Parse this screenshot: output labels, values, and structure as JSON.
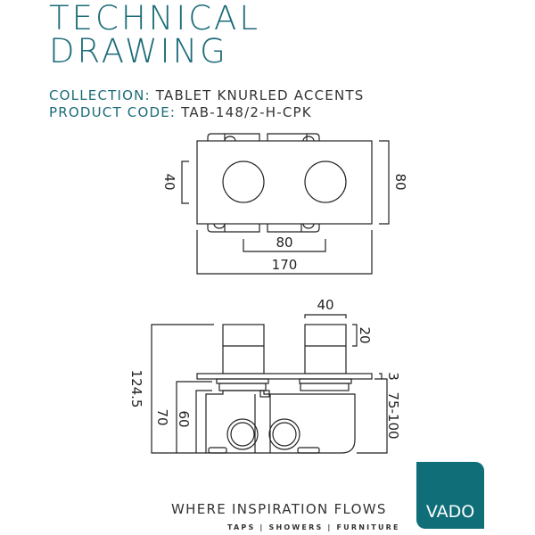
{
  "header": {
    "title_line1": "TECHNICAL",
    "title_line2": "DRAWING",
    "collection_label": "COLLECTION:",
    "collection_value": "TABLET KNURLED ACCENTS",
    "product_code_label": "PRODUCT CODE:",
    "product_code_value": "TAB-148/2-H-CPK"
  },
  "front_view": {
    "dim_handle_diameter": "40",
    "dim_height": "80",
    "dim_centres": "80",
    "dim_width": "170"
  },
  "side_view": {
    "dim_handle_width": "40",
    "dim_handle_depth": "20",
    "dim_total": "124.5",
    "dim_70": "70",
    "dim_60": "60",
    "dim_plate": "3",
    "dim_wall": "75-100"
  },
  "footer": {
    "tagline": "WHERE INSPIRATION FLOWS",
    "subline": "TAPS | SHOWERS | FURNITURE",
    "logo_text": "VADO",
    "brand_color": "#0f6e78"
  }
}
